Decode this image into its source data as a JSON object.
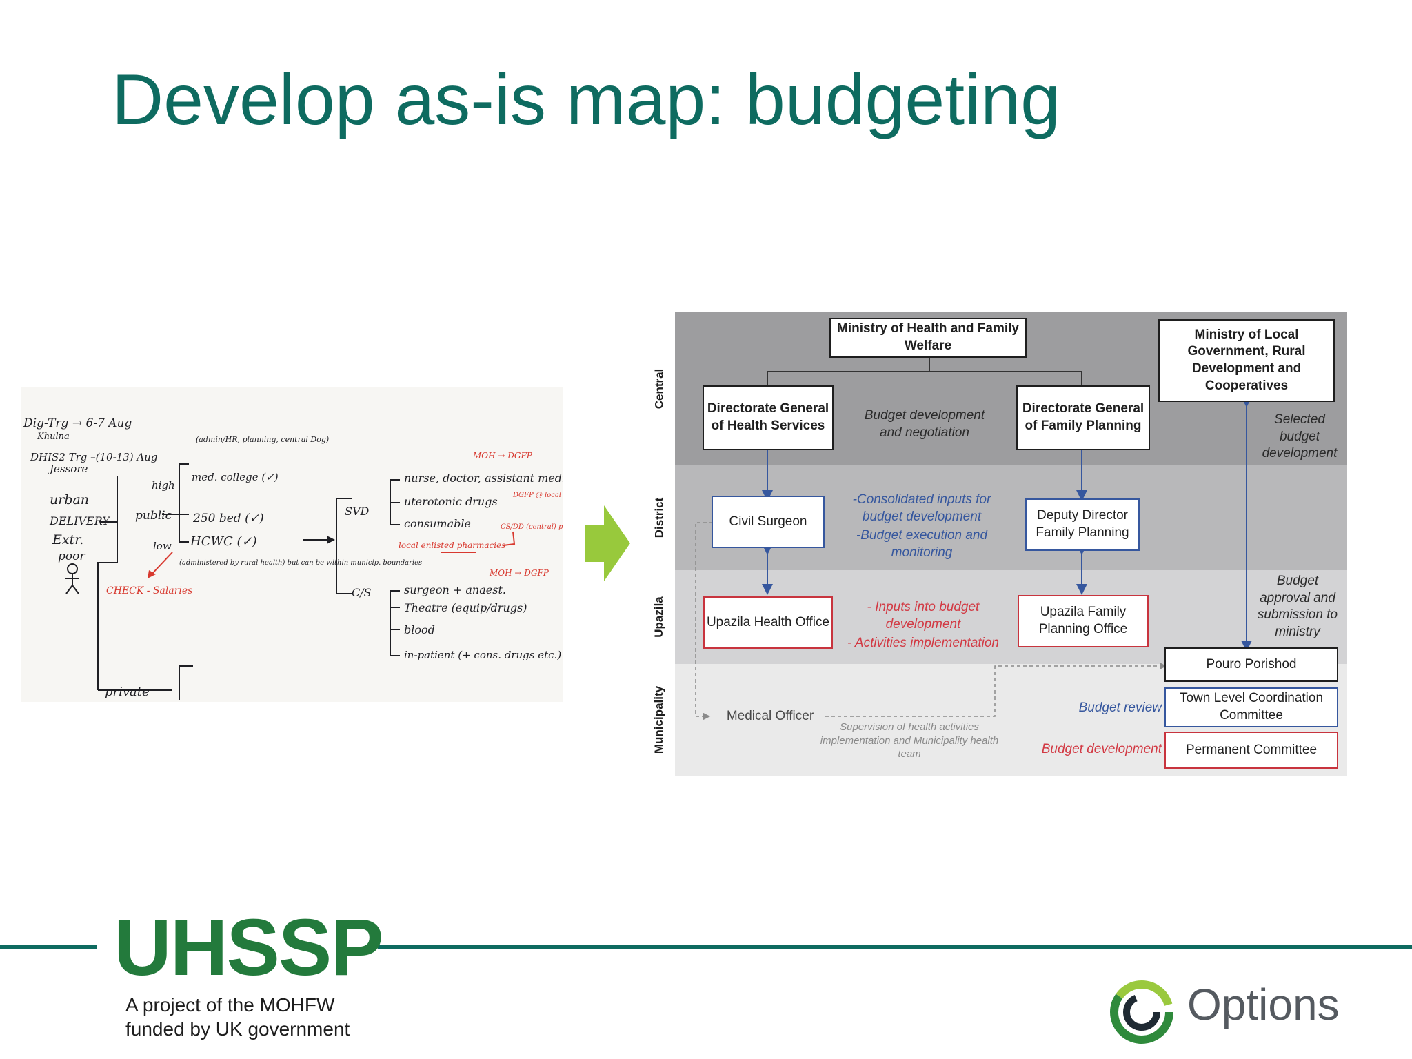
{
  "slide": {
    "title": "Develop as-is map: budgeting"
  },
  "whiteboard": {
    "lines": [
      "Dig-Trg → 6-7 Aug",
      "Khulna",
      "DHIS2 Trg –(10-13) Aug",
      "Jessore",
      "(admin/HR, planning, central Dog)",
      "high",
      "med. college (✓)",
      "urban",
      "DELIVERY",
      "public",
      "250 bed (✓)",
      "Extr.",
      "poor",
      "low",
      "HCWC (✓)",
      "(administered by rural health) but can be within municip. boundaries",
      "CHECK - Salaries",
      "SVD",
      "nurse, doctor, assistant medical",
      "uterotonic drugs",
      "consumable",
      "local enlisted pharmacies",
      "C/S",
      "surgeon + anaest.",
      "Theatre (equip/drugs)",
      "blood",
      "in-patient (+ cons. drugs etc.)",
      "private",
      "MOH → DGFP",
      "DGFP @ local level",
      "CS/DD (central) purchased with EOK",
      "MOH → DGFP"
    ]
  },
  "diagram": {
    "levels": [
      "Central",
      "District",
      "Upazila",
      "Municipality"
    ],
    "boxes": {
      "mohfw": "Ministry of Health and Family Welfare",
      "dghs": "Directorate General of Health Services",
      "dgfp": "Directorate General of Family Planning",
      "molgrdc": "Ministry of Local Government, Rural Development and Cooperatives",
      "civil_surgeon": "Civil Surgeon",
      "dd_fp": "Deputy Director Family Planning",
      "uho": "Upazila Health Office",
      "ufpo": "Upazila Family Planning Office",
      "pouro": "Pouro Porishod",
      "tlcc": "Town Level Coordination Committee",
      "pc": "Permanent Committee",
      "medical_officer": "Medical Officer"
    },
    "notes": {
      "central_budget": "Budget development and negotiation",
      "selected_budget": "Selected budget development",
      "district_1": "-Consolidated inputs for budget development",
      "district_2": "-Budget execution and monitoring",
      "upazila_1": "- Inputs into budget development",
      "upazila_2": "- Activities implementation",
      "budget_approval": "Budget approval and submission to ministry",
      "budget_review": "Budget review",
      "budget_development": "Budget development",
      "supervision": "Supervision of health activities implementation and Municipality health team"
    },
    "colors": {
      "central_band": "#9d9d9f",
      "district_band": "#b8b8ba",
      "upazila_band": "#d3d3d5",
      "municipality_band": "#eaeaea",
      "blue": "#36579e",
      "red": "#c8343e"
    }
  },
  "footer": {
    "uhssp_logo": "UHSSP",
    "uhssp_tagline_1": "A project of the MOHFW",
    "uhssp_tagline_2": "funded by UK government",
    "options_wordmark": "Options",
    "brand_color": "#0e6b60"
  }
}
